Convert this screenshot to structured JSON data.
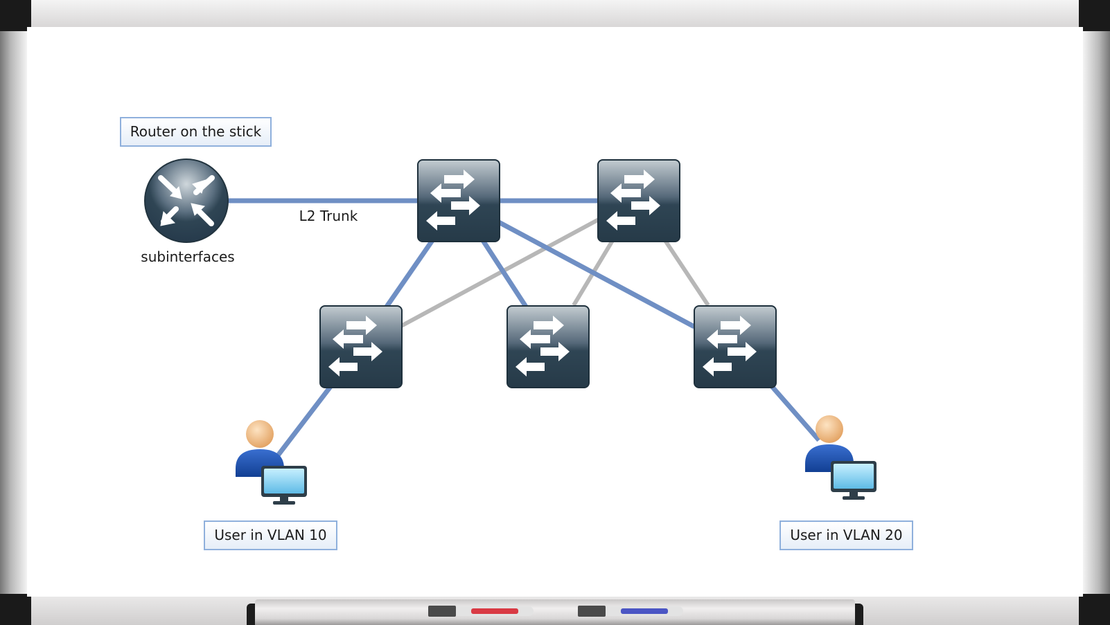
{
  "diagram": {
    "router": {
      "box_label": "Router on the stick",
      "caption": "subinterfaces",
      "icon": "router-icon"
    },
    "link_label": "L2 Trunk",
    "switch_icon": "switch-icon",
    "users": [
      {
        "label": "User in VLAN 10",
        "icon": "user-workstation-icon"
      },
      {
        "label": "User in VLAN 20",
        "icon": "user-workstation-icon"
      }
    ],
    "colors": {
      "trunk_link": "#6f8fc4",
      "secondary_link": "#b7b7b7",
      "device_fill": "#2f4554",
      "label_border": "#8fb0dc",
      "marker_red": "#d93a44",
      "marker_blue": "#4b55c4"
    }
  }
}
